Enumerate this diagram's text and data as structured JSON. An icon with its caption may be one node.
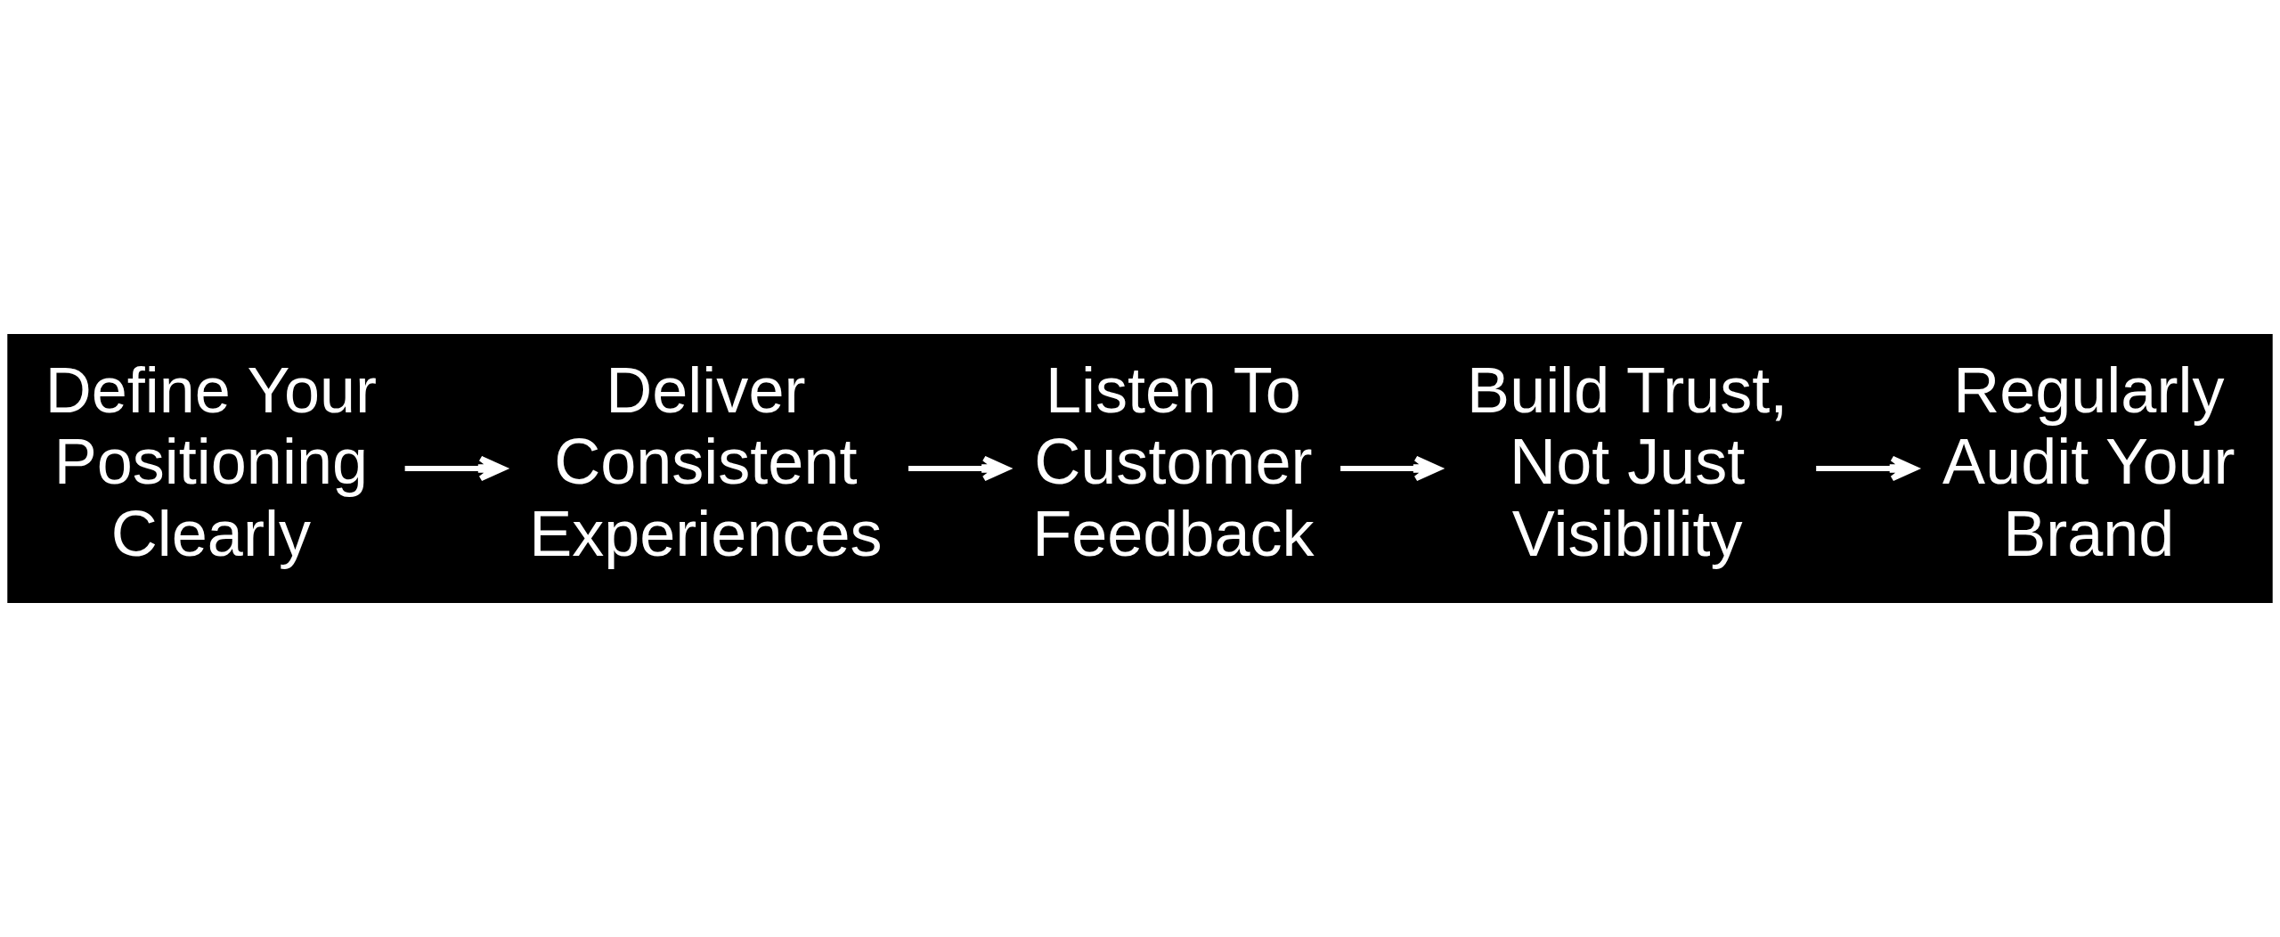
{
  "diagram": {
    "nodes": [
      {
        "text": [
          "Define Your Positioning Clearly"
        ]
      },
      {
        "text": [
          "Deliver Consistent Experiences"
        ]
      },
      {
        "text": [
          "Listen To Customer Feedback"
        ]
      },
      {
        "text": [
          "Build Trust, Not Just Visibility"
        ]
      },
      {
        "text": [
          "Regularly Audit Your Brand"
        ]
      }
    ],
    "edges": [
      {
        "from": 0,
        "to": 1,
        "arrow": "to"
      },
      {
        "from": 1,
        "to": 2,
        "arrow": "to"
      },
      {
        "from": 2,
        "to": 3,
        "arrow": "to"
      },
      {
        "from": 3,
        "to": 4,
        "arrow": "to"
      }
    ]
  }
}
